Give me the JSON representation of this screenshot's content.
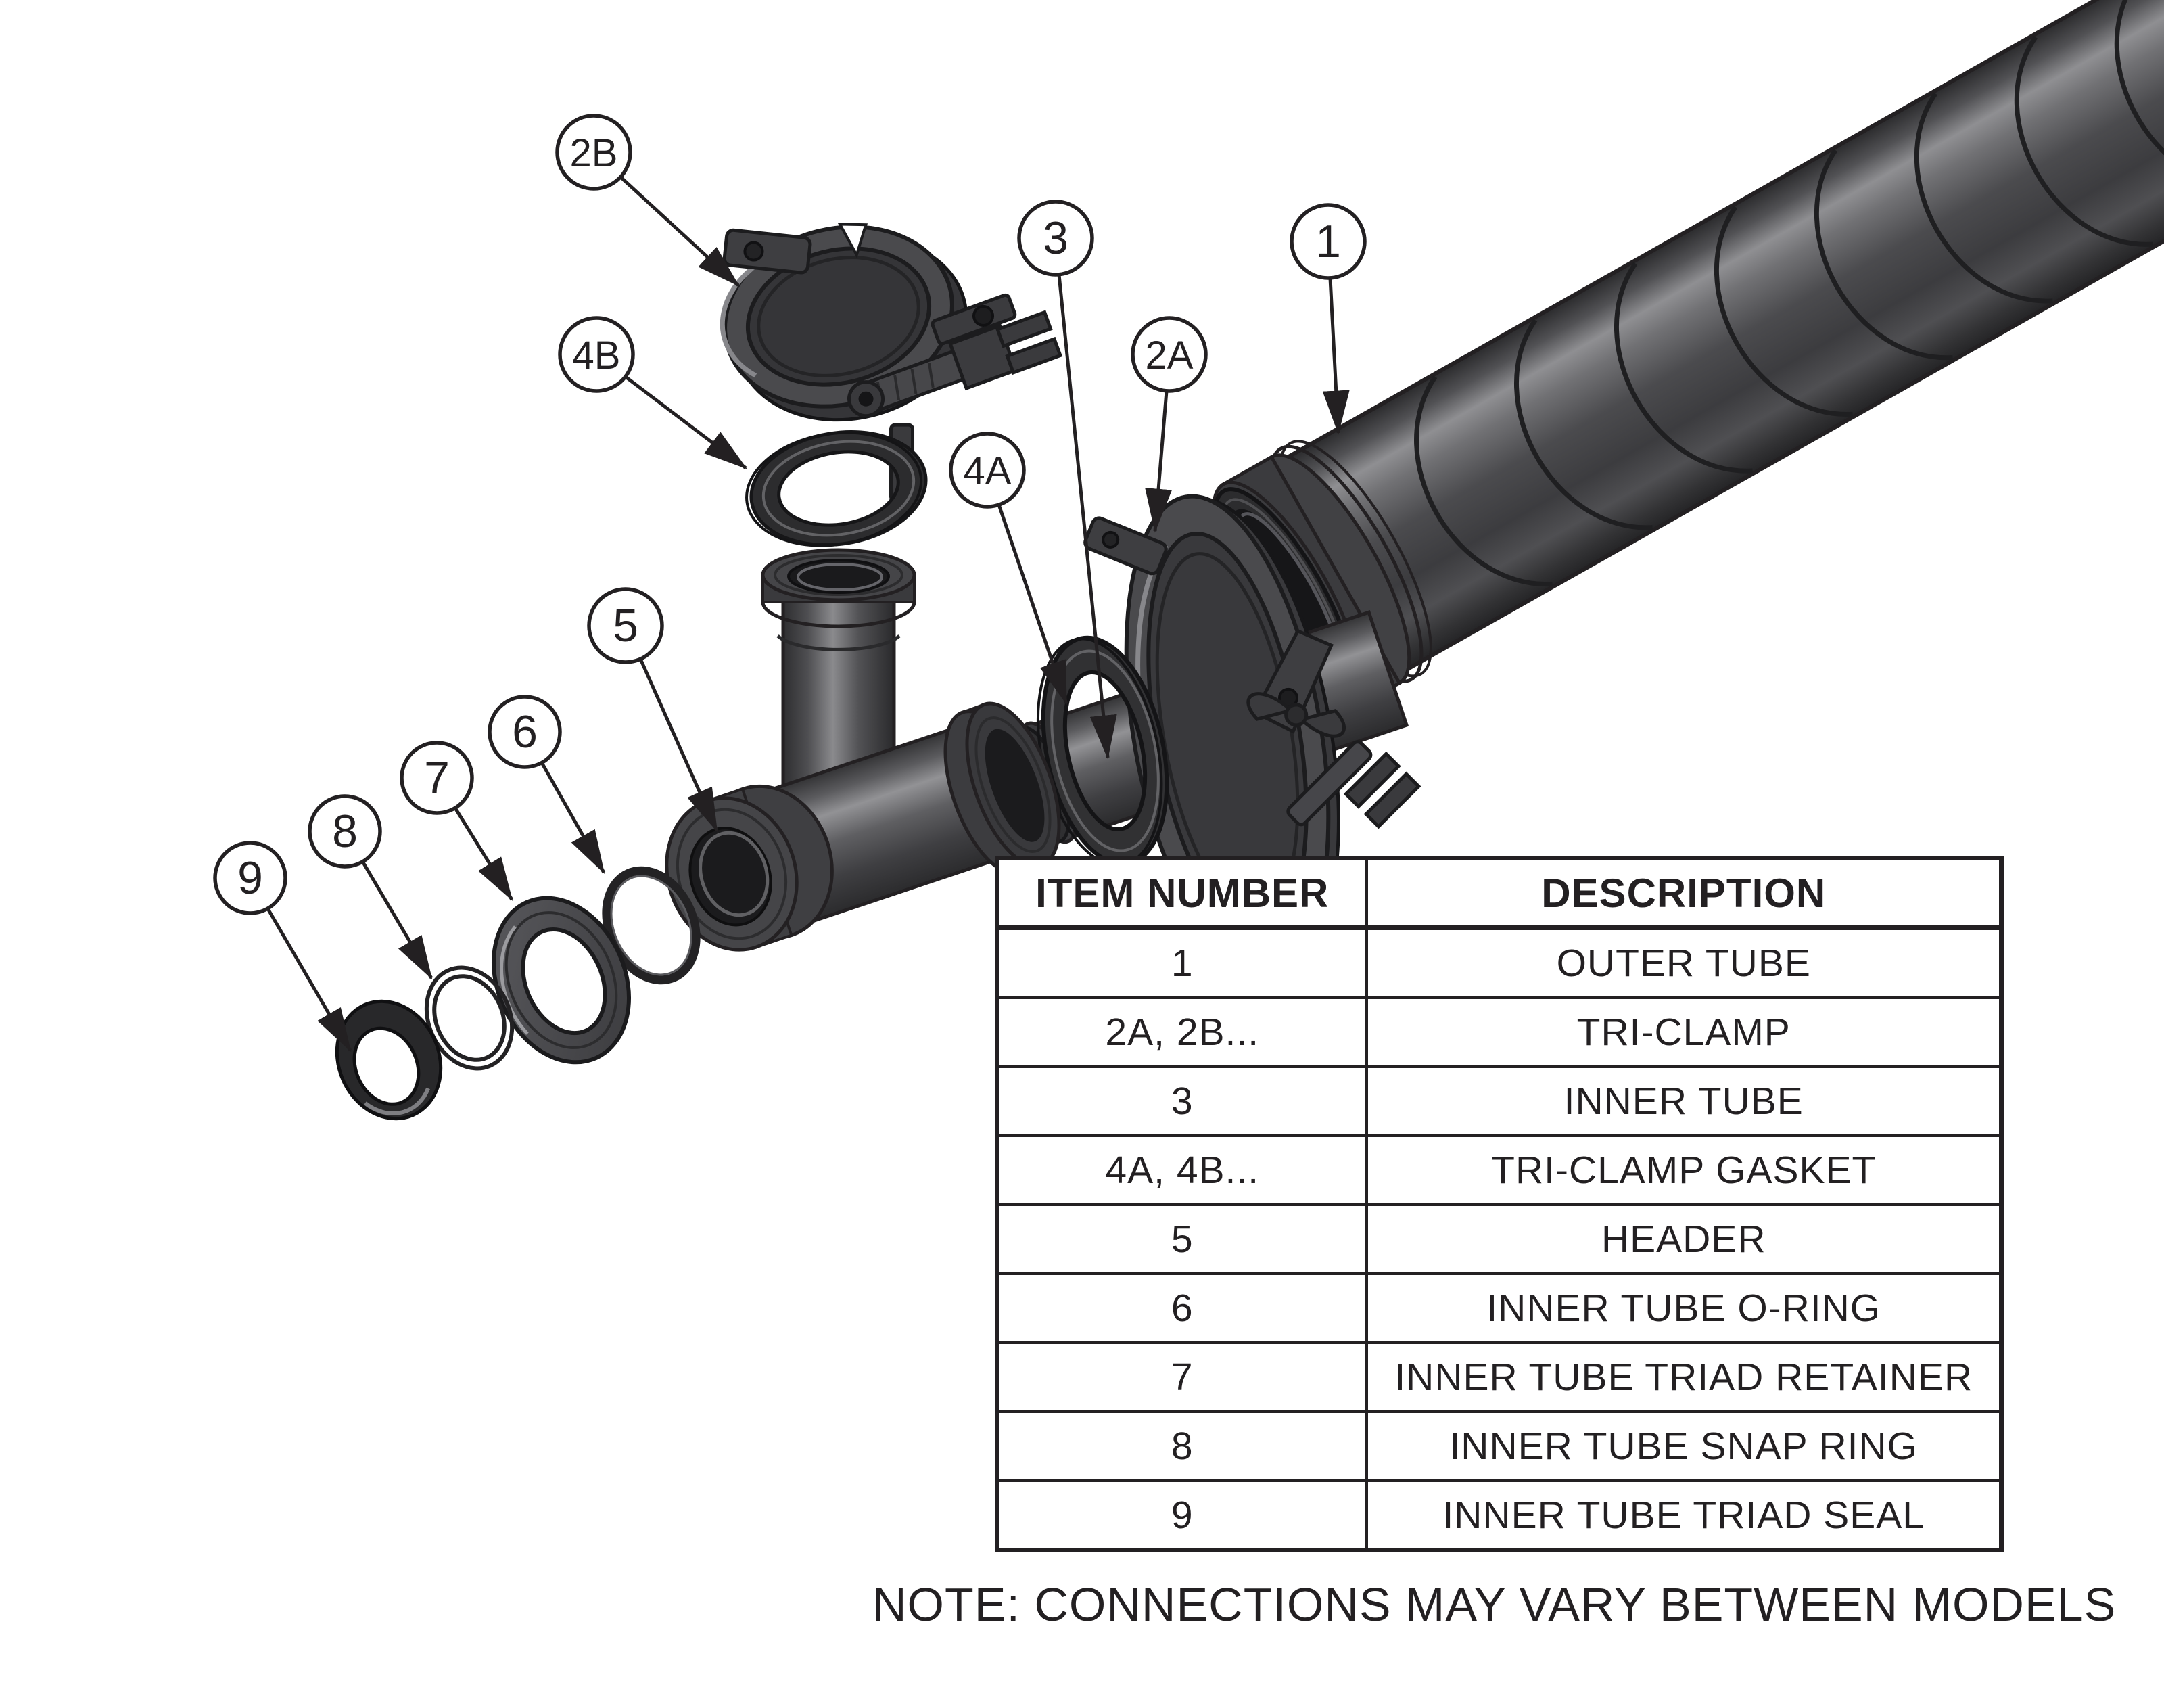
{
  "note": "NOTE: CONNECTIONS MAY VARY BETWEEN MODELS",
  "table": {
    "columns": [
      "ITEM NUMBER",
      "DESCRIPTION"
    ],
    "rows": [
      [
        "1",
        "OUTER TUBE"
      ],
      [
        "2A, 2B...",
        "TRI-CLAMP"
      ],
      [
        "3",
        "INNER TUBE"
      ],
      [
        "4A, 4B...",
        "TRI-CLAMP GASKET"
      ],
      [
        "5",
        "HEADER"
      ],
      [
        "6",
        "INNER TUBE O-RING"
      ],
      [
        "7",
        "INNER TUBE TRIAD RETAINER"
      ],
      [
        "8",
        "INNER TUBE SNAP RING"
      ],
      [
        "9",
        "INNER TUBE TRIAD SEAL"
      ]
    ]
  },
  "balloons": {
    "1": {
      "label": "1"
    },
    "2A": {
      "label": "2A"
    },
    "2B": {
      "label": "2B"
    },
    "3": {
      "label": "3"
    },
    "4A": {
      "label": "4A"
    },
    "4B": {
      "label": "4B"
    },
    "5": {
      "label": "5"
    },
    "6": {
      "label": "6"
    },
    "7": {
      "label": "7"
    },
    "8": {
      "label": "8"
    },
    "9": {
      "label": "9"
    }
  },
  "colors": {
    "ink": "#232022",
    "background": "#ffffff",
    "part_dark": "#2b2b2d",
    "part_mid": "#4a4a4d",
    "part_light": "#8f8f92"
  }
}
